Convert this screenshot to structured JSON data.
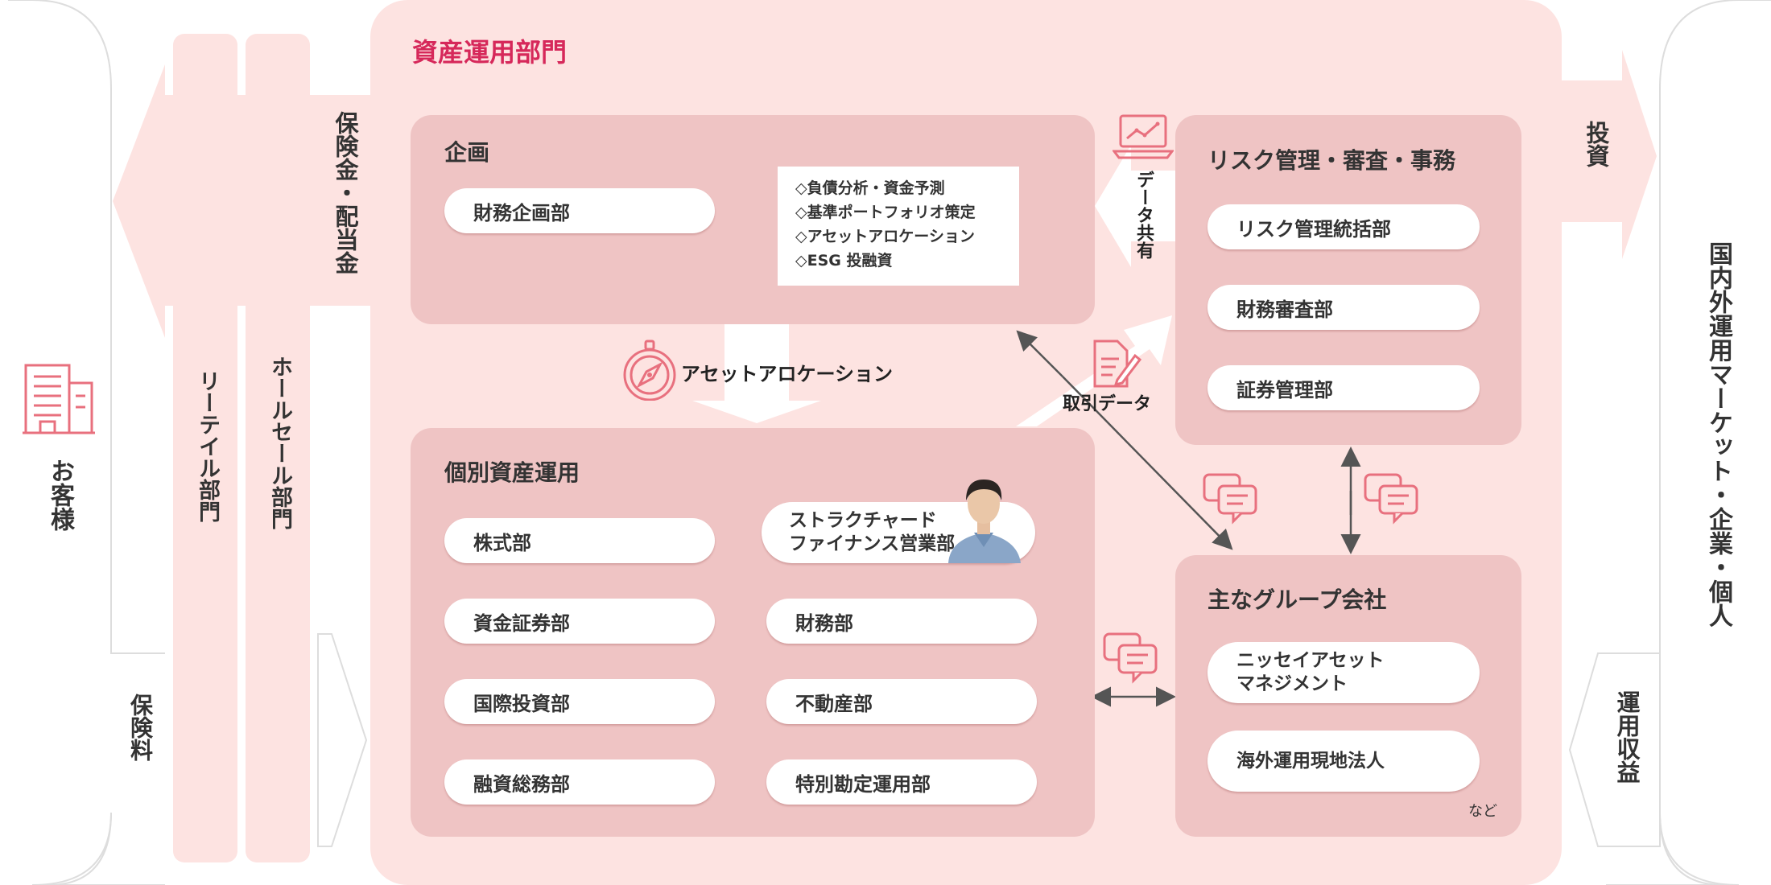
{
  "customer": {
    "label": "お客様"
  },
  "premium": {
    "label": "保険料"
  },
  "payout": {
    "label": "保険金・配当金"
  },
  "retail": {
    "label": "リーテイル部門"
  },
  "wholesale": {
    "label": "ホールセール部門"
  },
  "division": {
    "title": "資産運用部門"
  },
  "market": {
    "label": "国内外運用マーケット・企業・個人"
  },
  "invest": {
    "label": "投資"
  },
  "returns": {
    "label": "運用収益"
  },
  "planning": {
    "title": "企画",
    "dept": "財務企画部",
    "notes": [
      "◇負債分析・資金予測",
      "◇基準ポートフォリオ策定",
      "◇アセットアロケーション",
      "◇ESG 投融資"
    ]
  },
  "allocation": {
    "label": "アセットアロケーション"
  },
  "individual": {
    "title": "個別資産運用",
    "left": [
      "株式部",
      "資金証券部",
      "国際投資部",
      "融資総務部"
    ],
    "featured": "ストラクチャード\nファイナンス営業部",
    "right": [
      "財務部",
      "不動産部",
      "特別勘定運用部"
    ]
  },
  "risk": {
    "title": "リスク管理・審査・事務",
    "depts": [
      "リスク管理統括部",
      "財務審査部",
      "証券管理部"
    ]
  },
  "data_share": {
    "label": "データ共有"
  },
  "trade_data": {
    "label": "取引データ"
  },
  "group": {
    "title": "主なグループ会社",
    "companies": [
      "ニッセイアセット\nマネジメント",
      "海外運用現地法人"
    ],
    "note": "など"
  },
  "colors": {
    "accent": "#d6285a",
    "panel": "#efc4c4",
    "division_bg": "#fde3e1",
    "arrow": "#fde3e1",
    "icon": "#e8707e"
  }
}
